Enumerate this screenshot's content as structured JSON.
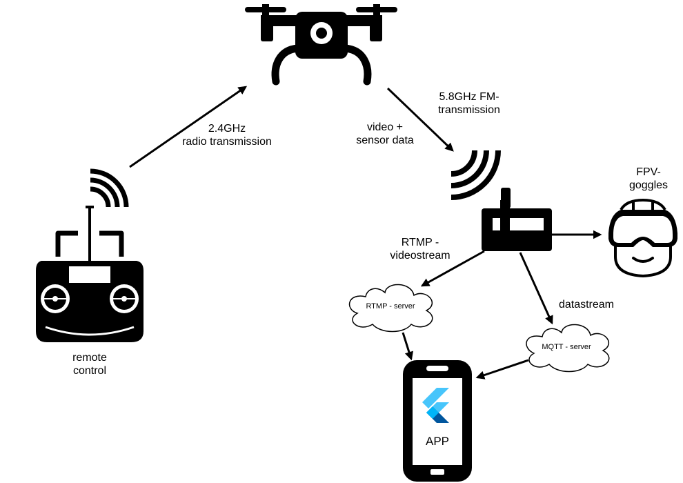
{
  "labels": {
    "radio_24": [
      "2.4GHz",
      "radio transmission"
    ],
    "fm_58": [
      "5.8GHz FM-",
      "transmission"
    ],
    "video_sensor": [
      "video +",
      "sensor data"
    ],
    "fpv_goggles": [
      "FPV-",
      "goggles"
    ],
    "rtmp_stream": [
      "RTMP -",
      "videostream"
    ],
    "datastream": "datastream",
    "remote_control": [
      "remote",
      "control"
    ],
    "rtmp_server": "RTMP - server",
    "mqtt_server": "MQTT - server",
    "app": "APP"
  },
  "colors": {
    "stroke": "#000000",
    "flutter_light": "#47c5fb",
    "flutter_dark": "#00569e",
    "flutter_mid": "#00b5f8"
  },
  "icons": [
    "drone-icon",
    "remote-control-icon",
    "radio-waves-icon",
    "receiver-icon",
    "vr-goggles-icon",
    "cloud-icon",
    "smartphone-icon",
    "flutter-logo-icon"
  ]
}
